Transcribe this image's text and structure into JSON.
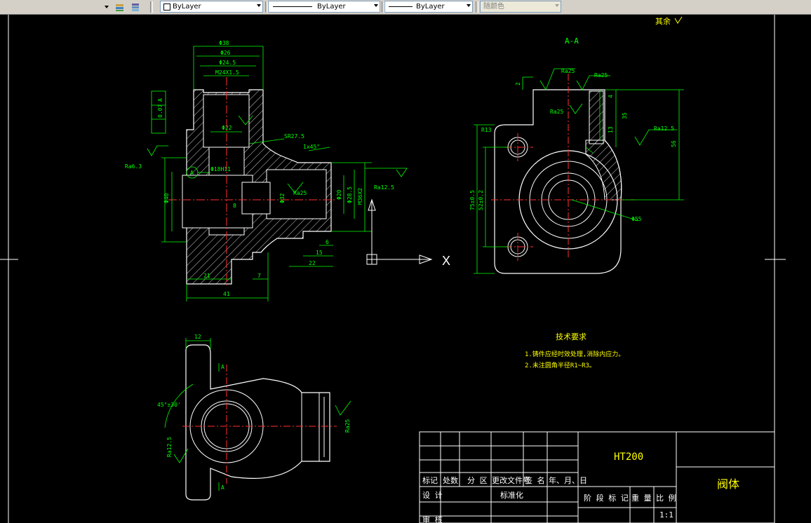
{
  "toolbar": {
    "color_control": "ByLayer",
    "linetype_control": "ByLayer",
    "lineweight_control": "ByLayer",
    "plotstyle_control": "随颜色"
  },
  "drawing": {
    "section_label": "A-A",
    "other_roughness": "其余",
    "tech_req_title": "技术要求",
    "tech_req_1": "1.铸件应经时效处理,消除内应力。",
    "tech_req_2": "2.未注圆角半径R1~R3。",
    "material": "HT200",
    "part_name": "阀体",
    "scale_value": "1:1",
    "ucs_x": "X",
    "front_view_dims": {
      "d38": "Φ38",
      "d26": "Φ26",
      "d24_5": "Φ24.5",
      "m24": "M24X1.5",
      "d22": "Φ22",
      "sr27": "SR27.5",
      "c1": "1x45°",
      "ra6_3": "Ra6.3",
      "ra12_5": "Ra12.5",
      "ra25": "Ra25",
      "d20": "Φ20",
      "d28_5": "Φ28.5",
      "m36": "M36X2",
      "d40": "Φ40",
      "l21": "21",
      "l7": "7",
      "l41": "41",
      "l15": "15",
      "l22": "22",
      "l6": "6",
      "l8": "8",
      "d18": "Φ18H11",
      "tol": "0.07",
      "datum": "A",
      "d32": "Φ32"
    },
    "section_view_dims": {
      "r13": "R13",
      "ra25a": "Ra25",
      "ra25b": "Ra25",
      "ra25c": "Ra25",
      "ra12_5": "Ra12.5",
      "h56": "56",
      "h35": "35",
      "h13": "13",
      "h4": "4",
      "h2": "2",
      "d55": "Φ55",
      "w75": "75±0.5",
      "w52": "52±0.2"
    },
    "top_view_dims": {
      "w12": "12",
      "angle": "45°±30'",
      "a_top": "A",
      "a_bot": "A",
      "ra25": "Ra25",
      "ra12_5": "Ra12.5"
    },
    "title_block": {
      "h_marker": "标记",
      "h_count": "处数",
      "h_zone": "分 区",
      "h_doc": "更改文件号",
      "h_sign": "签 名",
      "h_date": "年、月、日",
      "h_design": "设 计",
      "h_std": "标准化",
      "h_review": "审 核",
      "h_stage": "阶 段 标 记",
      "h_weight": "重 量",
      "h_scale": "比 例"
    }
  }
}
